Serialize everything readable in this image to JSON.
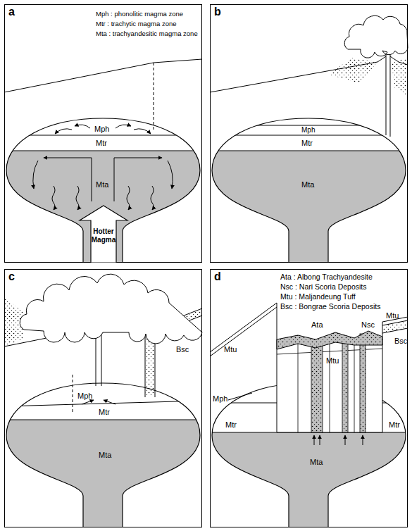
{
  "diagram": {
    "nodes": [
      {
        "text": [
          "a"
        ]
      },
      {
        "text": [
          "Hotter Magma"
        ],
        "in": 0
      },
      {
        "text": [
          "b"
        ]
      },
      {
        "text": [
          "c"
        ]
      },
      {
        "text": [
          "d"
        ]
      }
    ],
    "labels": [
      "Mph : phonolitic magma zone",
      "Mtr : trachytic magma zone",
      "Mta : trachyandesitic magma zone",
      "Mph",
      "Mtr",
      "Mta",
      "Mph",
      "Mtr",
      "Mta",
      "Bsc",
      "Mph",
      "Mtr",
      "Mta",
      "Ata : Albong Trachyandesite",
      "Nsc : Nari Scoria Deposits",
      "Mtu : Maljandeung Tuff",
      "Bsc : Bongrae Scoria Deposits",
      "Mtu",
      "Ata",
      "Nsc",
      "Mtu",
      "Bsc",
      "Mtu",
      "Mph",
      "Mtr",
      "Mtr",
      "Mta"
    ]
  }
}
